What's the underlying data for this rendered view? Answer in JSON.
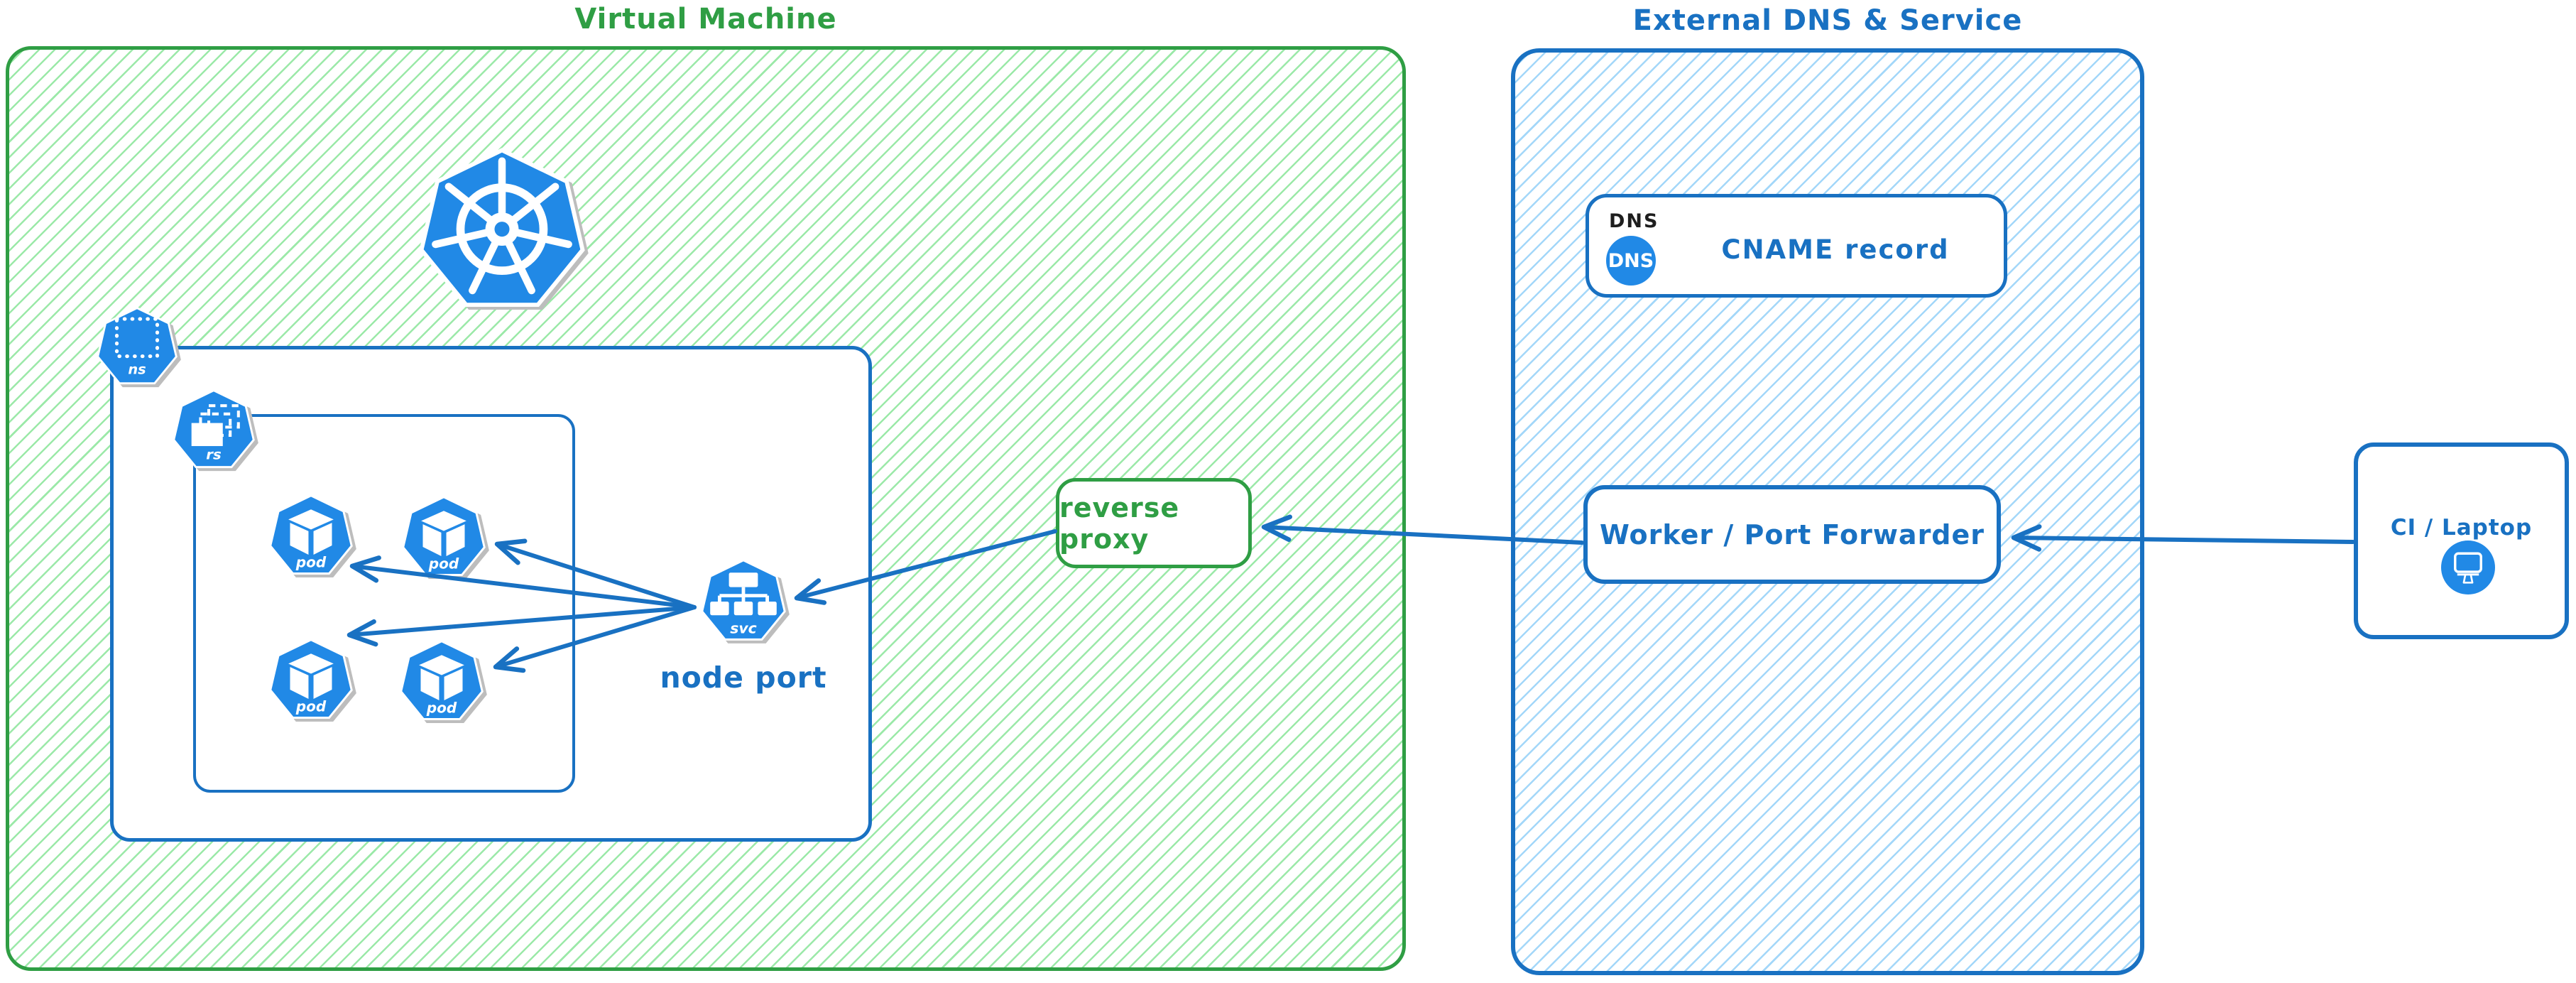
{
  "colors": {
    "green_stroke": "#2f9e44",
    "green_hatch": "#9be9a8",
    "blue_stroke": "#1971c2",
    "blue_hatch": "#a3d7f9",
    "icon_fill_blue": "#2189e6",
    "icon_shadow": "#bdbdbd",
    "black_text": "#1e1e1e",
    "background": "#ffffff"
  },
  "vm": {
    "title": "Virtual Machine",
    "icons": {
      "kubernetes": "kubernetes-logo",
      "namespace": "ns",
      "replicaset": "rs",
      "service": "svc",
      "pods": [
        "pod",
        "pod",
        "pod",
        "pod"
      ]
    },
    "node_port_label": "node port",
    "reverse_proxy_label": "reverse proxy"
  },
  "external": {
    "title": "External DNS & Service",
    "dns_card": {
      "corner_label": "DNS",
      "icon_label": "DNS",
      "text": "CNAME record"
    },
    "worker": {
      "text": "Worker / Port Forwarder"
    }
  },
  "ci": {
    "label": "CI / Laptop"
  },
  "edges": [
    {
      "from": "ci-laptop",
      "to": "worker-port-forwarder"
    },
    {
      "from": "worker-port-forwarder",
      "to": "reverse-proxy"
    },
    {
      "from": "reverse-proxy",
      "to": "node-port-service"
    },
    {
      "from": "node-port-service",
      "to": "pod-1"
    },
    {
      "from": "node-port-service",
      "to": "pod-2"
    },
    {
      "from": "node-port-service",
      "to": "pod-3"
    },
    {
      "from": "node-port-service",
      "to": "pod-4"
    }
  ]
}
